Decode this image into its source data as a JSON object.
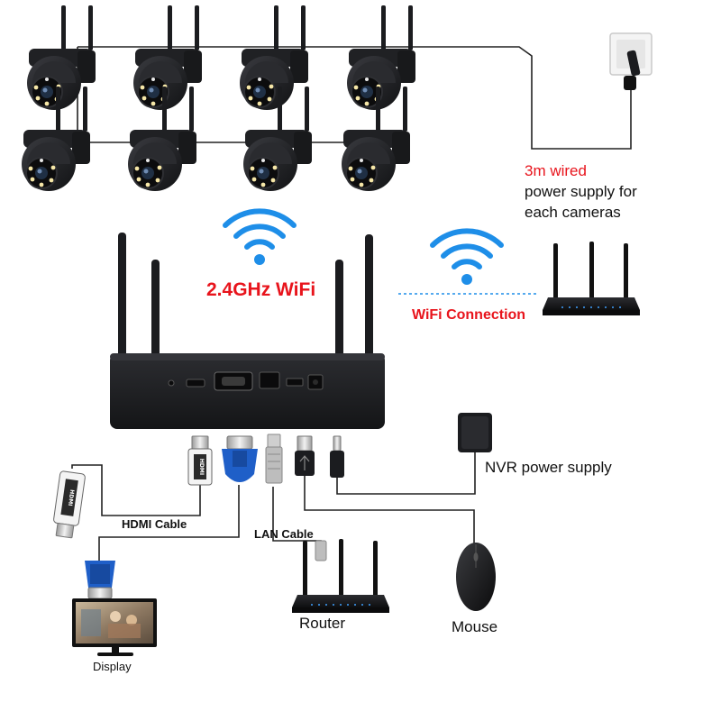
{
  "labels": {
    "power_wired": "3m wired",
    "power_supply_for": "power supply for",
    "each_cameras": "each cameras",
    "wifi_band": "2.4GHz WiFi",
    "wifi_connection": "WiFi Connection",
    "nvr_power": "NVR power supply",
    "hdmi_cable": "HDMI Cable",
    "lan_cable": "LAN Cable",
    "router": "Router",
    "mouse": "Mouse",
    "display": "Display",
    "hdmi_plug_text": "HDMI"
  },
  "colors": {
    "highlight_red": "#e8141c",
    "wifi_blue": "#1e8ee8",
    "vga_blue": "#1f5fc8",
    "device_black": "#1b1c1f",
    "cable": "#222222"
  },
  "cameras": [
    {
      "id": "cam-1"
    },
    {
      "id": "cam-2"
    },
    {
      "id": "cam-3"
    },
    {
      "id": "cam-4"
    },
    {
      "id": "cam-5"
    },
    {
      "id": "cam-6"
    },
    {
      "id": "cam-7"
    },
    {
      "id": "cam-8"
    }
  ]
}
